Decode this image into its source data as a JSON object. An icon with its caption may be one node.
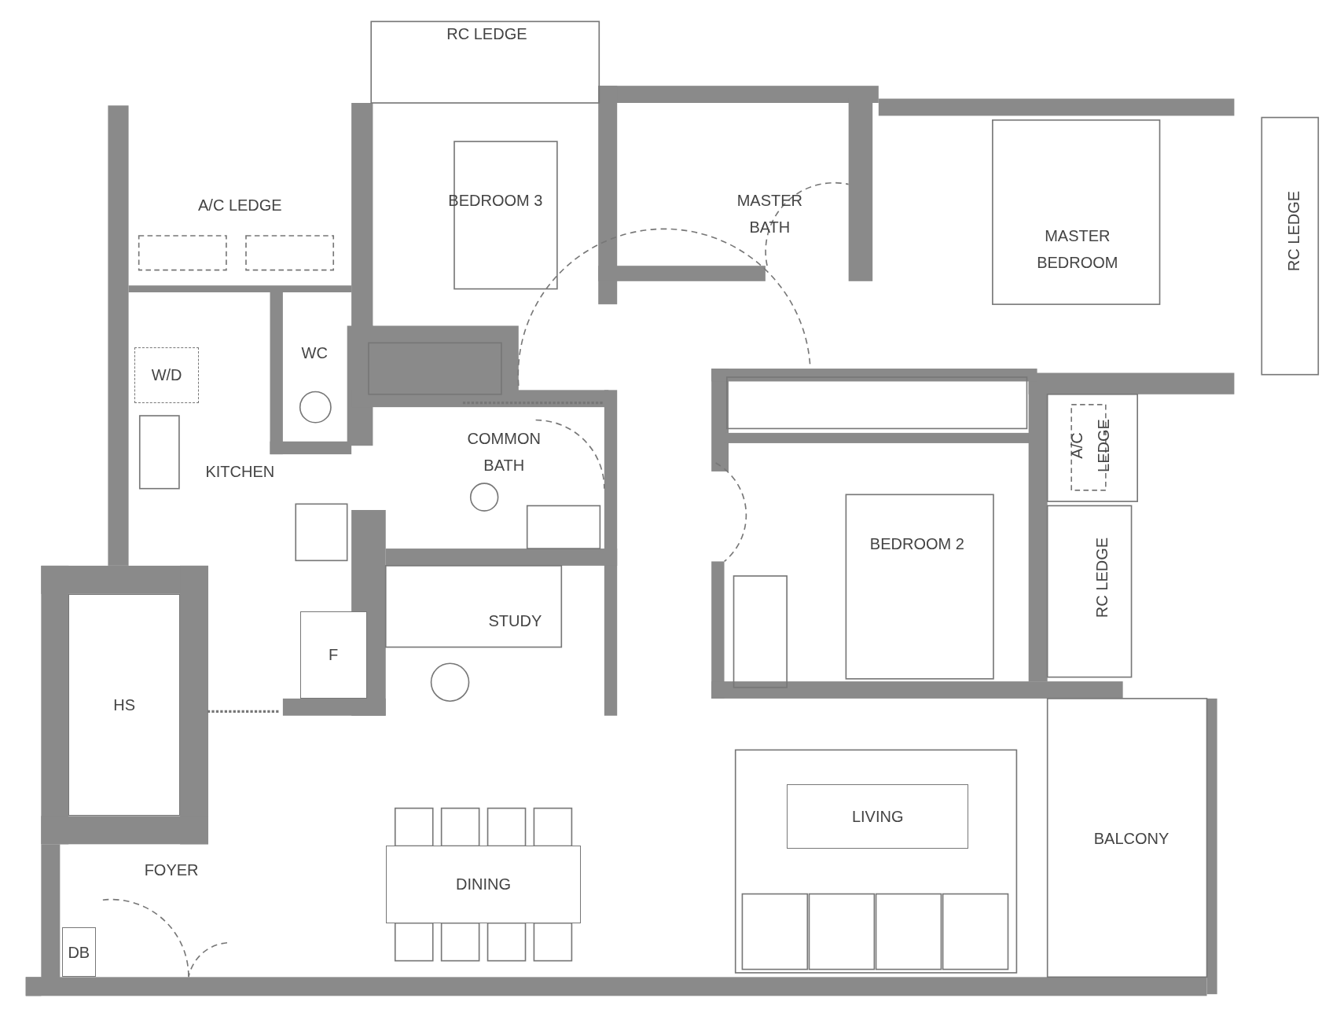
{
  "diagram": {
    "nodes": [
      {
        "text": [
          "W/D"
        ]
      },
      {
        "text": [
          "F"
        ]
      },
      {
        "text": [
          "HS"
        ]
      },
      {
        "text": [
          "LIVING"
        ]
      },
      {
        "text": [
          "DINING"
        ]
      },
      {
        "text": [
          "DB"
        ]
      }
    ],
    "labels": [
      "RC LEDGE",
      "A/C LEDGE",
      "BEDROOM 3",
      "MASTER BATH",
      "MASTER BEDROOM",
      "RC LEDGE",
      "WC",
      "COMMON BATH",
      "KITCHEN",
      "A/C LEDGE",
      "BEDROOM 2",
      "RC LEDGE",
      "STUDY",
      "BALCONY",
      "FOYER"
    ]
  }
}
